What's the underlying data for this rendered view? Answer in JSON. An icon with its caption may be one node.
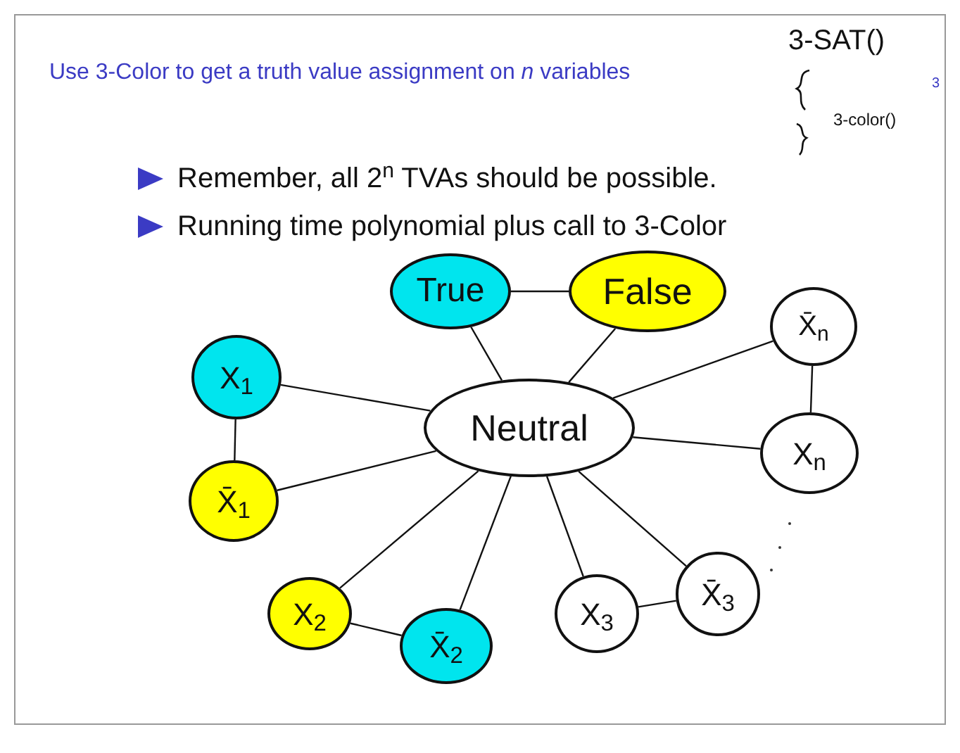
{
  "diagram": {
    "title": "Use 3-Color to get a truth value assignment on *n* variables",
    "nodes": [
      {
        "text": [
          "True"
        ]
      },
      {
        "text": [
          "False"
        ]
      },
      {
        "text": [
          "X̄$_{n}$"
        ]
      },
      {
        "text": [
          "X$_{1}$"
        ]
      },
      {
        "text": [
          "Neutral"
        ]
      },
      {
        "text": [
          "X$_{n}$"
        ]
      },
      {
        "text": [
          "X̄$_{1}$"
        ]
      },
      {
        "text": [
          "X$_{2}$"
        ]
      },
      {
        "text": [
          "X̄$_{2}$"
        ]
      },
      {
        "text": [
          "X$_{3}$"
        ]
      },
      {
        "text": [
          "X̄$_{3}$"
        ]
      }
    ],
    "edges": [
      {
        "from": 0,
        "to": 1,
        "arrow": "none"
      },
      {
        "from": 0,
        "to": 4,
        "arrow": "none"
      },
      {
        "from": 1,
        "to": 4,
        "arrow": "none"
      },
      {
        "from": 3,
        "to": 4,
        "arrow": "none"
      },
      {
        "from": 3,
        "to": 6,
        "arrow": "none"
      },
      {
        "from": 6,
        "to": 4,
        "arrow": "none"
      },
      {
        "from": 7,
        "to": 4,
        "arrow": "none"
      },
      {
        "from": 8,
        "to": 4,
        "arrow": "none"
      },
      {
        "from": 7,
        "to": 8,
        "arrow": "none"
      },
      {
        "from": 9,
        "to": 4,
        "arrow": "none"
      },
      {
        "from": 10,
        "to": 4,
        "arrow": "none"
      },
      {
        "from": 9,
        "to": 10,
        "arrow": "none"
      },
      {
        "from": 2,
        "to": 4,
        "arrow": "none"
      },
      {
        "from": 5,
        "to": 4,
        "arrow": "none"
      },
      {
        "from": 2,
        "to": 5,
        "arrow": "none"
      }
    ],
    "labels": [
      "3-SAT()",
      "3",
      "3-color()",
      "Remember, all 2$^{n}$ TVAs should be possible.",
      "Running time polynomial plus call to 3-Color"
    ]
  }
}
